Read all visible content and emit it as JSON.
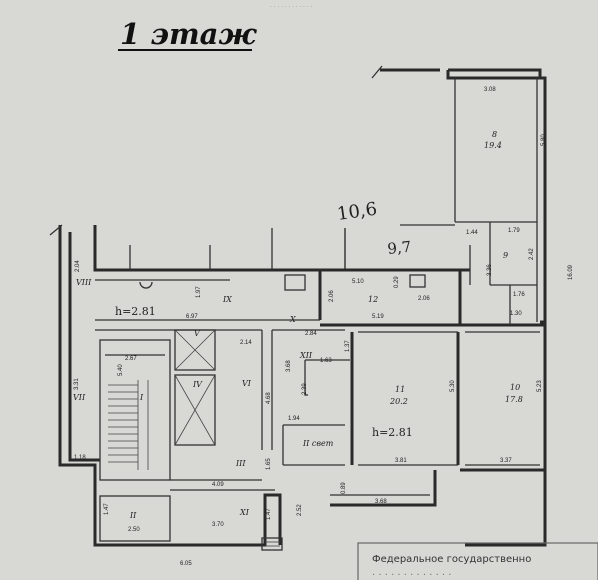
{
  "plan": {
    "title": "1 этаж",
    "ceiling_height": "h=2.81",
    "ceiling_height_corridor": "h=2.81",
    "handwritten": [
      "10,6",
      "9,7"
    ],
    "stamp_text": "Федеральное государственно",
    "rooms": [
      {
        "id": "room-8",
        "number": "8",
        "area": "19.4"
      },
      {
        "id": "room-9",
        "number": "9",
        "area": ""
      },
      {
        "id": "room-10",
        "number": "10",
        "area": "17.8"
      },
      {
        "id": "room-11",
        "number": "11",
        "area": "20.2"
      },
      {
        "id": "room-12",
        "number": "12",
        "area": ""
      },
      {
        "id": "room-I",
        "number": "I",
        "area": ""
      },
      {
        "id": "room-II",
        "number": "II",
        "area": ""
      },
      {
        "id": "room-II-svet",
        "number": "II свет",
        "area": ""
      },
      {
        "id": "room-III",
        "number": "III",
        "area": ""
      },
      {
        "id": "room-IV",
        "number": "IV",
        "area": ""
      },
      {
        "id": "room-V",
        "number": "V",
        "area": ""
      },
      {
        "id": "room-VI",
        "number": "VI",
        "area": ""
      },
      {
        "id": "room-VII",
        "number": "VII",
        "area": ""
      },
      {
        "id": "room-VIII",
        "number": "VIII",
        "area": ""
      },
      {
        "id": "room-IX",
        "number": "IX",
        "area": ""
      },
      {
        "id": "room-X",
        "number": "X",
        "area": ""
      },
      {
        "id": "room-XI",
        "number": "XI",
        "area": ""
      },
      {
        "id": "room-XII",
        "number": "XII",
        "area": ""
      }
    ],
    "dimensions": [
      "3.08",
      "5.80",
      "1.44",
      "1.79",
      "2.42",
      "3.36",
      "1.76",
      "1.30",
      "2.06",
      "0.29",
      "5.19",
      "5.10",
      "2.06",
      "2.84",
      "1.63",
      "1.37",
      "5.30",
      "5.23",
      "16.09",
      "3.81",
      "3.37",
      "3.68",
      "0.89",
      "2.39",
      "3.68",
      "1.94",
      "4.68",
      "2.14",
      "6.97",
      "1.97",
      "2.04",
      "3.31",
      "2.67",
      "5.40",
      "1.18",
      "4.09",
      "1.65",
      "2.50",
      "1.47",
      "3.70",
      "1.47",
      "2.52",
      "6.05"
    ]
  }
}
